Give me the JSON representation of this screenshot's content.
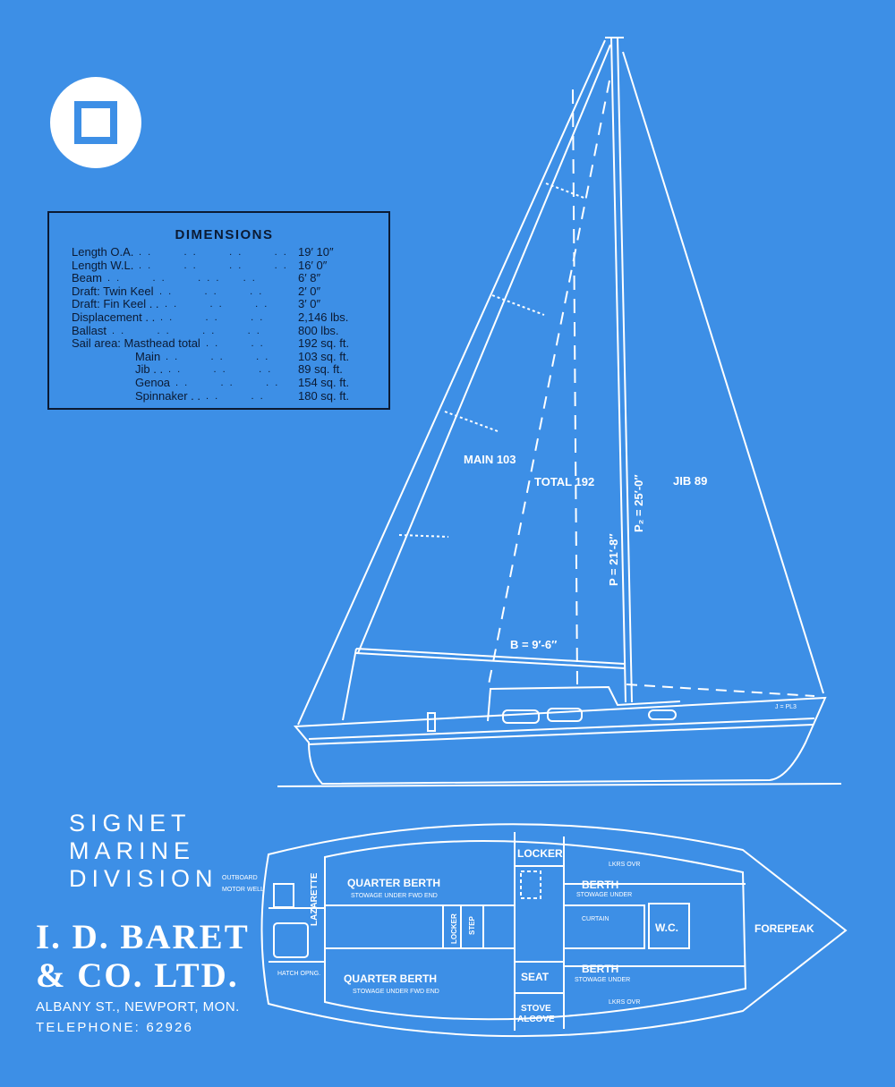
{
  "dimensions": {
    "title": "DIMENSIONS",
    "rows": [
      {
        "label": "Length O.A.",
        "dots": ". .       . .       . .       . .",
        "value": "19′ 10″"
      },
      {
        "label": "Length W.L.",
        "dots": ". .       . .       . .       . .",
        "value": "16′ 0″"
      },
      {
        "label": "Beam",
        "dots": "   . .       . .       . . .     . .",
        "value": "6′ 8″"
      },
      {
        "label": "Draft: Twin Keel",
        "dots": "                . .       . .       . .",
        "value": "2′ 0″"
      },
      {
        "label": "Draft: Fin Keel . .",
        "dots": "                . .       . .       . .",
        "value": "3′ 0″"
      },
      {
        "label": "Displacement . .",
        "dots": "                . .       . .       . .",
        "value": "2,146 lbs."
      },
      {
        "label": "Ballast",
        "dots": "   . .       . .       . .       . .",
        "value": "800 lbs."
      },
      {
        "label": "Sail area: Masthead total",
        "dots": "                          . .       . .",
        "value": "192 sq. ft."
      },
      {
        "label": "                  Main",
        "dots": "                . .       . .       . .",
        "value": "103 sq. ft."
      },
      {
        "label": "                  Jib . .",
        "dots": "                . .       . .       . .",
        "value": "89 sq. ft."
      },
      {
        "label": "                  Genoa",
        "dots": "                . .       . .       . .",
        "value": "154 sq. ft."
      },
      {
        "label": "                  Spinnaker . .",
        "dots": "                     . .       . .",
        "value": "180 sq. ft."
      }
    ]
  },
  "sail_plan": {
    "main": "MAIN 103",
    "total": "TOTAL 192",
    "jib": "JIB 89",
    "p2": "P₂ = 25′-0″",
    "p": "P = 21′-8″",
    "b": "B = 9′-6″",
    "sqft_mark": "□′",
    "hull_mark": "J = PL3"
  },
  "deck_plan": {
    "outboard": "OUTBOARD",
    "motor_well": "MOTOR WELL",
    "lazarette": "LAZARETTE",
    "hatch": "HATCH OPNG.",
    "quarter_berth_top": "QUARTER BERTH",
    "quarter_berth_top_sub": "STOWAGE UNDER FWD END",
    "quarter_berth_bottom": "QUARTER BERTH",
    "quarter_berth_bottom_sub": "STOWAGE UNDER FWD END",
    "locker_top": "LOCKER",
    "locker_mid": "LOCKER",
    "step": "STEP",
    "seat": "SEAT",
    "stove": "STOVE",
    "alcove": "ALCOVE",
    "berth_top": "BERTH",
    "berth_top_sub": "STOWAGE UNDER",
    "berth_bottom": "BERTH",
    "berth_bottom_sub": "STOWAGE UNDER",
    "curtain": "CURTAIN",
    "wc": "W.C.",
    "forepeak": "FOREPEAK",
    "lkrs_ovr_top": "LKRS OVR",
    "lkrs_ovr_bottom": "LKRS OVR"
  },
  "company": {
    "line1": "SIGNET",
    "line2": "MARINE",
    "line3": "DIVISION",
    "name1": "I. D. BARET",
    "name2": "& CO. LTD.",
    "address": "ALBANY ST., NEWPORT, MON.",
    "telephone": "TELEPHONE: 62926"
  },
  "colors": {
    "background": "#3d8fe6",
    "ink": "#ffffff",
    "text_dark": "#0b1a33"
  }
}
